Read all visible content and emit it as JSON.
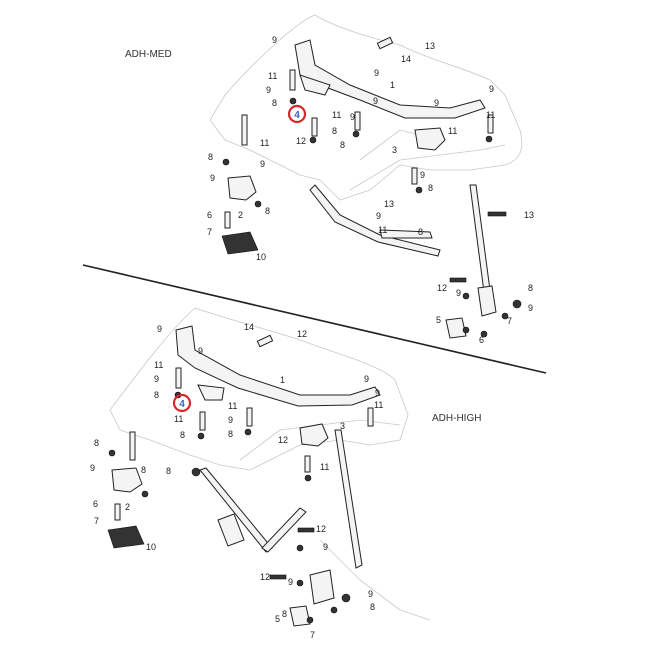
{
  "diagram": {
    "captions": {
      "top": "ADH-MED",
      "bottom": "ADH-HIGH"
    },
    "highlight_label": "4",
    "labels_top": [
      "9",
      "13",
      "14",
      "9",
      "11",
      "9",
      "8",
      "9",
      "1",
      "9",
      "9",
      "11",
      "11",
      "9",
      "8",
      "8",
      "12",
      "3",
      "11",
      "9",
      "8",
      "8",
      "11",
      "9",
      "9",
      "8",
      "2",
      "6",
      "7",
      "10",
      "9",
      "13",
      "11",
      "8",
      "13",
      "12",
      "9",
      "5",
      "6",
      "7",
      "9",
      "8"
    ],
    "labels_bottom": [
      "9",
      "14",
      "12",
      "9",
      "11",
      "9",
      "8",
      "11",
      "8",
      "1",
      "9",
      "9",
      "11",
      "11",
      "9",
      "8",
      "12",
      "3",
      "11",
      "8",
      "8",
      "9",
      "8",
      "2",
      "6",
      "7",
      "10",
      "12",
      "9",
      "12",
      "9",
      "8",
      "5",
      "7",
      "9",
      "8"
    ]
  }
}
